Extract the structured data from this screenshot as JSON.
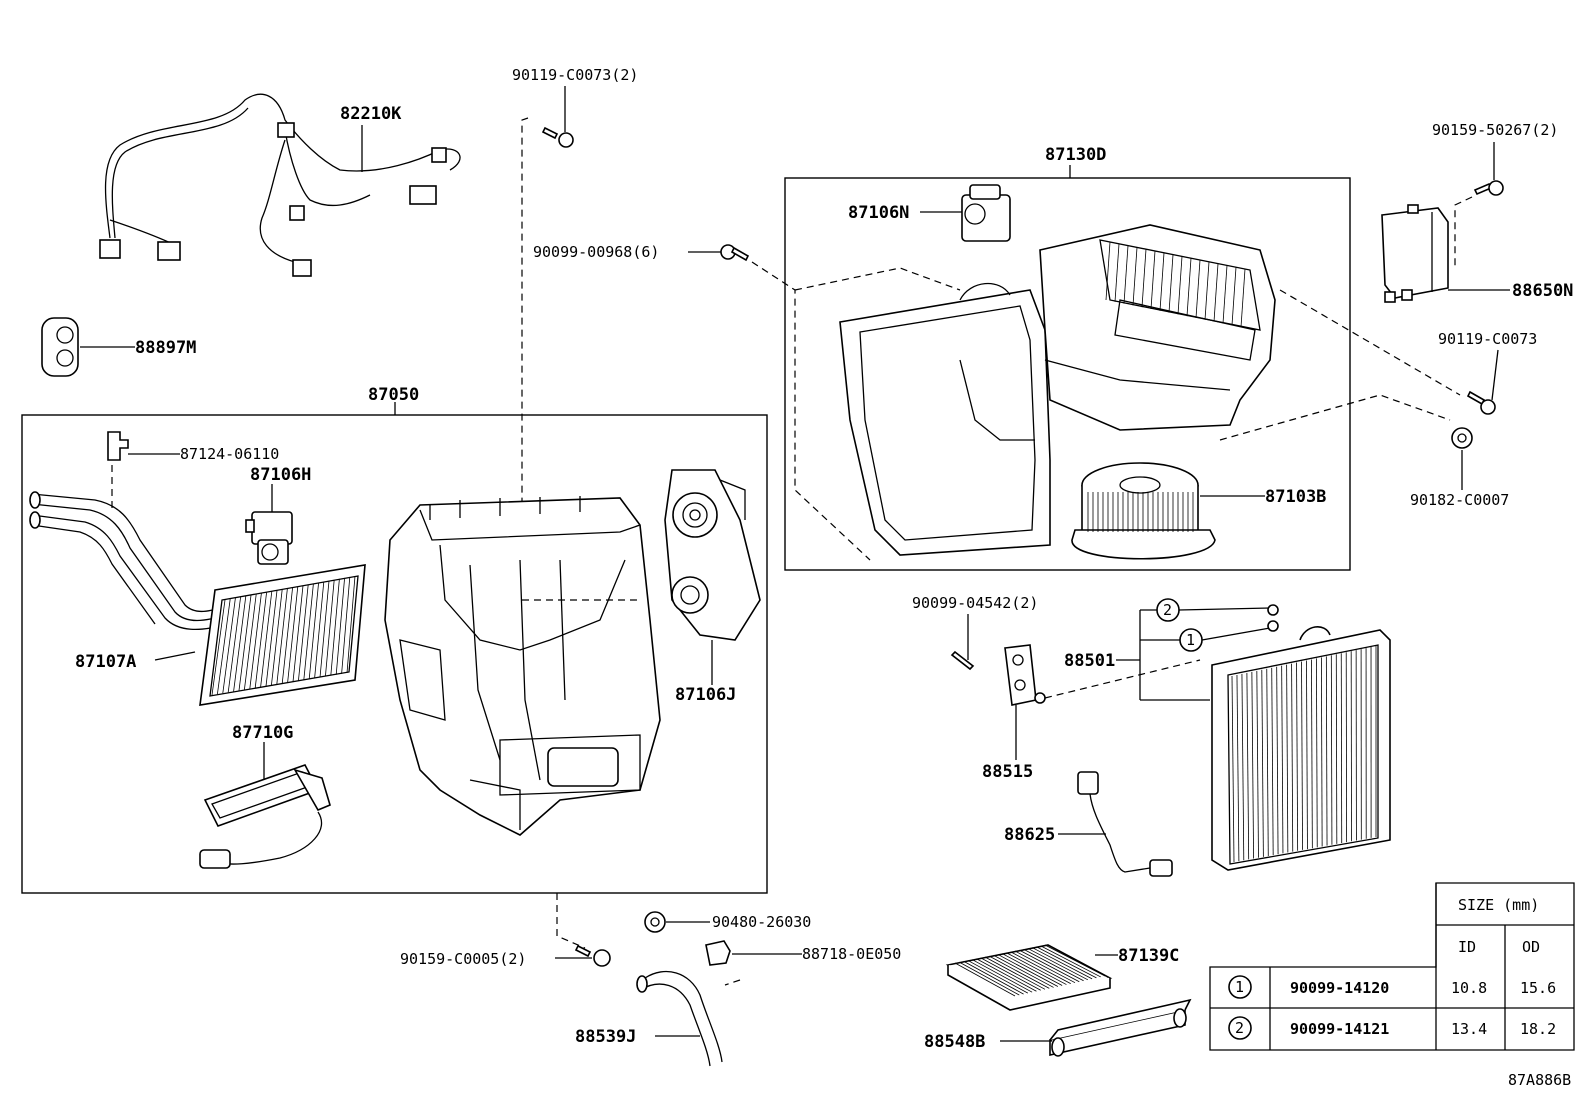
{
  "parts": {
    "p90119_c0073_2": "90119-C0073(2)",
    "p82210k": "82210K",
    "p88897m": "88897M",
    "p87050": "87050",
    "p87124_06110": "87124-06110",
    "p87106h": "87106H",
    "p87107a": "87107A",
    "p87710g": "87710G",
    "p87106j": "87106J",
    "p90099_00968_6": "90099-00968(6)",
    "p87130d": "87130D",
    "p87106n": "87106N",
    "p87103b": "87103B",
    "p90159_50267_2": "90159-50267(2)",
    "p88650n": "88650N",
    "p90119_c0073": "90119-C0073",
    "p90182_c0007": "90182-C0007",
    "p90099_04542_2": "90099-04542(2)",
    "p88501": "88501",
    "p88515": "88515",
    "p88625": "88625",
    "p90480_26030": "90480-26030",
    "p90159_c0005_2": "90159-C0005(2)",
    "p88718_0e050": "88718-0E050",
    "p88539j": "88539J",
    "p87139c": "87139C",
    "p88548b": "88548B",
    "callout1": "1",
    "callout2": "2"
  },
  "size_table": {
    "header": "SIZE (mm)",
    "col_id": "ID",
    "col_od": "OD",
    "rows": [
      {
        "mark": "1",
        "part": "90099-14120",
        "id": "10.8",
        "od": "15.6"
      },
      {
        "mark": "2",
        "part": "90099-14121",
        "id": "13.4",
        "od": "18.2"
      }
    ]
  },
  "figure_code": "87A886B"
}
